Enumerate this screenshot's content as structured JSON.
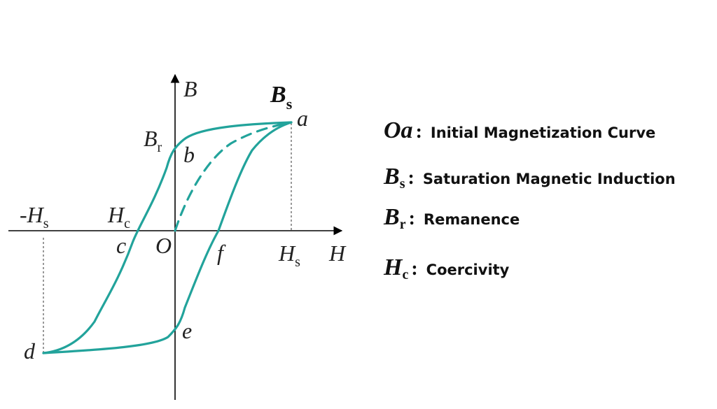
{
  "colors": {
    "curve": "#22a39b",
    "axis": "#000000"
  },
  "axes": {
    "x_label": "H",
    "y_label": "B"
  },
  "points": {
    "origin": "O",
    "a": "a",
    "b": "b",
    "c": "c",
    "d": "d",
    "e": "e",
    "f": "f"
  },
  "annotations": {
    "bs": {
      "base": "B",
      "sub": "s"
    },
    "br": {
      "base": "B",
      "sub": "r"
    },
    "hc": {
      "base": "H",
      "sub": "c"
    },
    "hs": {
      "base": "H",
      "sub": "s"
    },
    "neg_hs": {
      "base": "-H",
      "sub": "s"
    }
  },
  "legend": [
    {
      "symbol": "Oa",
      "sub": "",
      "colon": ":",
      "text": "Initial Magnetization Curve"
    },
    {
      "symbol": "B",
      "sub": "s",
      "colon": ":",
      "text": "Saturation Magnetic Induction"
    },
    {
      "symbol": "B",
      "sub": "r",
      "colon": ":",
      "text": "Remanence"
    },
    {
      "symbol": "H",
      "sub": "c",
      "colon": ":",
      "text": "Coercivity"
    }
  ]
}
